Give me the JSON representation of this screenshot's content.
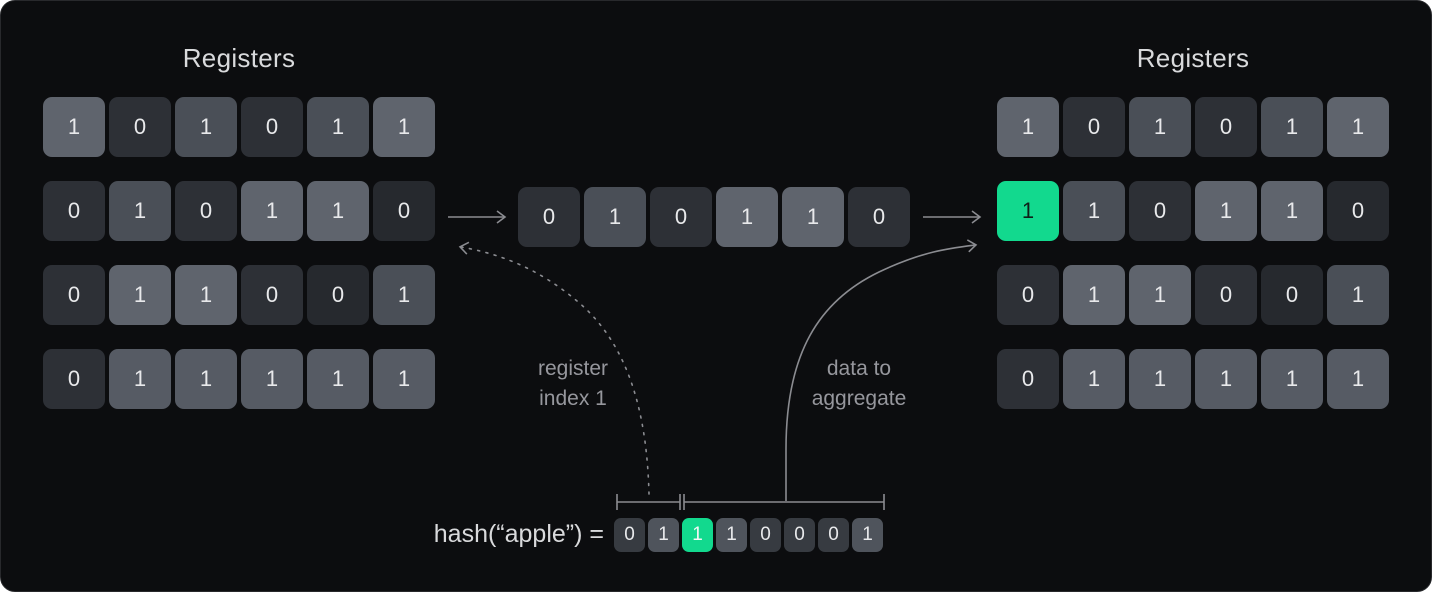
{
  "colors": {
    "page_bg": "#ffffff",
    "bg": "#0c0d0f",
    "card_border": "#28292c",
    "dark": "#2d3036",
    "darker": "#26292e",
    "mid": "#4a4f57",
    "mlight": "#565b64",
    "light": "#5f646d",
    "green": "#12d98e",
    "green_text": "#0f2019",
    "cell_text": "#e8e9eb",
    "hdark": "#373b41",
    "hmid": "#4f545c",
    "line": "#8b8c91",
    "label": "#96979d",
    "title": "#d9dadc",
    "hash_text": "#d9dadc"
  },
  "left_panel": {
    "title": "Registers"
  },
  "right_panel": {
    "title": "Registers"
  },
  "left_grid": {
    "rows": [
      [
        {
          "v": "1",
          "tone": "light"
        },
        {
          "v": "0",
          "tone": "dark"
        },
        {
          "v": "1",
          "tone": "mid"
        },
        {
          "v": "0",
          "tone": "dark"
        },
        {
          "v": "1",
          "tone": "mid"
        },
        {
          "v": "1",
          "tone": "light"
        }
      ],
      [
        {
          "v": "0",
          "tone": "dark"
        },
        {
          "v": "1",
          "tone": "mid"
        },
        {
          "v": "0",
          "tone": "dark"
        },
        {
          "v": "1",
          "tone": "light"
        },
        {
          "v": "1",
          "tone": "light"
        },
        {
          "v": "0",
          "tone": "darker"
        }
      ],
      [
        {
          "v": "0",
          "tone": "dark"
        },
        {
          "v": "1",
          "tone": "light"
        },
        {
          "v": "1",
          "tone": "light"
        },
        {
          "v": "0",
          "tone": "dark"
        },
        {
          "v": "0",
          "tone": "darker"
        },
        {
          "v": "1",
          "tone": "mid"
        }
      ],
      [
        {
          "v": "0",
          "tone": "dark"
        },
        {
          "v": "1",
          "tone": "mlight"
        },
        {
          "v": "1",
          "tone": "mlight"
        },
        {
          "v": "1",
          "tone": "mlight"
        },
        {
          "v": "1",
          "tone": "mlight"
        },
        {
          "v": "1",
          "tone": "mlight"
        }
      ]
    ]
  },
  "right_grid": {
    "rows": [
      [
        {
          "v": "1",
          "tone": "light"
        },
        {
          "v": "0",
          "tone": "dark"
        },
        {
          "v": "1",
          "tone": "mid"
        },
        {
          "v": "0",
          "tone": "dark"
        },
        {
          "v": "1",
          "tone": "mid"
        },
        {
          "v": "1",
          "tone": "light"
        }
      ],
      [
        {
          "v": "1",
          "tone": "green"
        },
        {
          "v": "1",
          "tone": "mid"
        },
        {
          "v": "0",
          "tone": "dark"
        },
        {
          "v": "1",
          "tone": "light"
        },
        {
          "v": "1",
          "tone": "light"
        },
        {
          "v": "0",
          "tone": "darker"
        }
      ],
      [
        {
          "v": "0",
          "tone": "dark"
        },
        {
          "v": "1",
          "tone": "light"
        },
        {
          "v": "1",
          "tone": "light"
        },
        {
          "v": "0",
          "tone": "dark"
        },
        {
          "v": "0",
          "tone": "darker"
        },
        {
          "v": "1",
          "tone": "mid"
        }
      ],
      [
        {
          "v": "0",
          "tone": "dark"
        },
        {
          "v": "1",
          "tone": "mlight"
        },
        {
          "v": "1",
          "tone": "mlight"
        },
        {
          "v": "1",
          "tone": "mlight"
        },
        {
          "v": "1",
          "tone": "mlight"
        },
        {
          "v": "1",
          "tone": "mlight"
        }
      ]
    ]
  },
  "middle_row": {
    "cells": [
      {
        "v": "0",
        "tone": "dark"
      },
      {
        "v": "1",
        "tone": "mid"
      },
      {
        "v": "0",
        "tone": "dark"
      },
      {
        "v": "1",
        "tone": "light"
      },
      {
        "v": "1",
        "tone": "light"
      },
      {
        "v": "0",
        "tone": "dark"
      }
    ]
  },
  "labels": {
    "register_index_line1": "register",
    "register_index_line2": "index 1",
    "aggregate_line1": "data to",
    "aggregate_line2": "aggregate"
  },
  "hash": {
    "label": "hash(“apple”) =",
    "bits": [
      {
        "v": "0",
        "tone": "hdark"
      },
      {
        "v": "1",
        "tone": "hmid"
      },
      {
        "v": "1",
        "tone": "green"
      },
      {
        "v": "1",
        "tone": "hmid"
      },
      {
        "v": "0",
        "tone": "hdark"
      },
      {
        "v": "0",
        "tone": "hdark"
      },
      {
        "v": "0",
        "tone": "hdark"
      },
      {
        "v": "1",
        "tone": "hmid"
      }
    ]
  }
}
